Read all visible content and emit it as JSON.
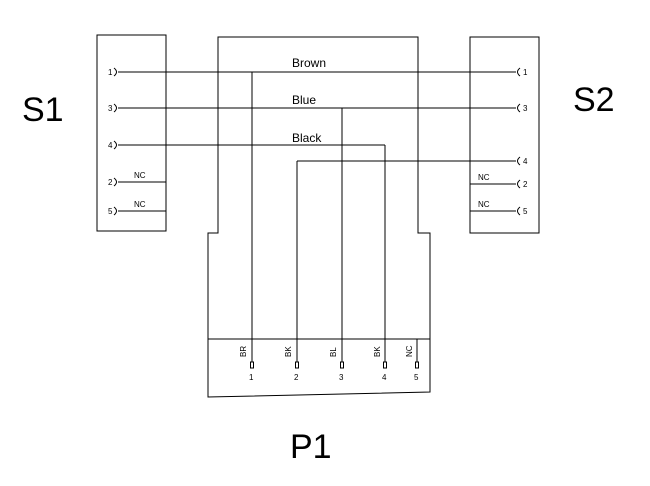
{
  "connectors": {
    "s1": {
      "title": "S1"
    },
    "s2": {
      "title": "S2"
    },
    "p1": {
      "title": "P1"
    }
  },
  "wires": [
    {
      "label": "Brown"
    },
    {
      "label": "Blue"
    },
    {
      "label": "Black"
    }
  ],
  "s1_pins": [
    {
      "num": "1",
      "nc": ""
    },
    {
      "num": "3",
      "nc": ""
    },
    {
      "num": "4",
      "nc": ""
    },
    {
      "num": "2",
      "nc": "NC"
    },
    {
      "num": "5",
      "nc": "NC"
    }
  ],
  "s2_pins": [
    {
      "num": "1",
      "nc": ""
    },
    {
      "num": "3",
      "nc": ""
    },
    {
      "num": "4",
      "nc": ""
    },
    {
      "num": "2",
      "nc": "NC"
    },
    {
      "num": "5",
      "nc": "NC"
    }
  ],
  "p1_pins": [
    {
      "code": "BR",
      "num": "1"
    },
    {
      "code": "BK",
      "num": "2"
    },
    {
      "code": "BL",
      "num": "3"
    },
    {
      "code": "BK",
      "num": "4"
    },
    {
      "code": "NC",
      "num": "5"
    }
  ]
}
